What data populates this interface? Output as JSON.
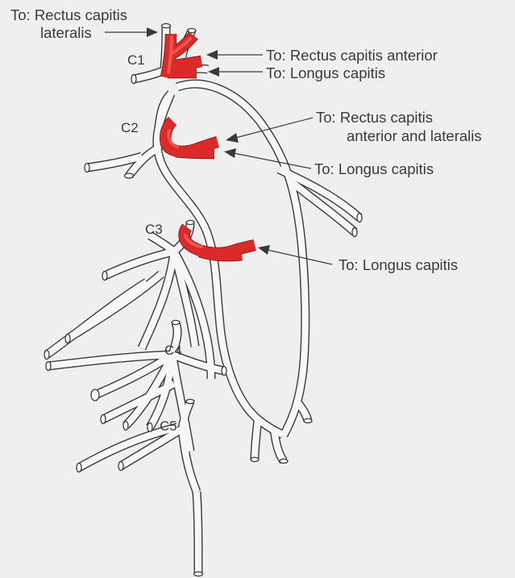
{
  "labels": {
    "top_line1": "To: Rectus capitis",
    "top_line2": "lateralis",
    "c1_anterior": "To: Rectus capitis anterior",
    "c1_longus": "To: Longus capitis",
    "c2_ant_lat_line1": "To: Rectus capitis",
    "c2_ant_lat_line2": "anterior and lateralis",
    "c2_longus": "To: Longus capitis",
    "c3_longus": "To: Longus capitis"
  },
  "levels": {
    "c1": "C1",
    "c2": "C2",
    "c3": "C3",
    "c4": "C4",
    "c5": "C5"
  },
  "colors": {
    "nerve_outline": "#3a3a3a",
    "nerve_fill": "#f7f7f7",
    "muscular_branch": "#dc2a2a",
    "background": "#efefef"
  }
}
